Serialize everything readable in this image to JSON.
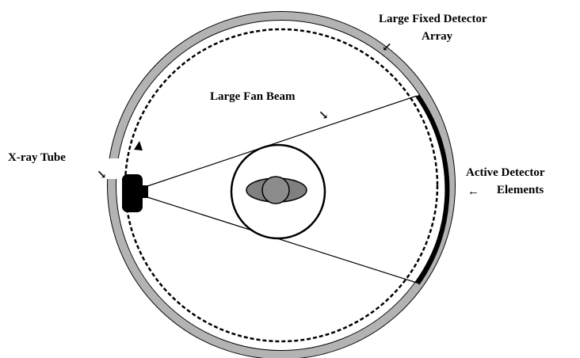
{
  "labels": {
    "large_fixed_detector_array": [
      "Large Fixed Detector",
      "Array"
    ],
    "large_fan_beam": "Large Fan Beam",
    "xray_tube": "X-ray Tube",
    "active_detector_elements": [
      "Active Detector",
      "Elements"
    ]
  },
  "colors": {
    "outer_ring": "#b3b3b3",
    "ring_outline": "#000000",
    "dashed_track": "#000000",
    "active_detector": "#000000",
    "phantom_body": "#808080",
    "phantom_center": "#8c8c8c",
    "background": "#ffffff"
  },
  "icons": {
    "arrow_style": "bold-arrow-glyph",
    "tube_shape": "rounded-rectangle"
  }
}
